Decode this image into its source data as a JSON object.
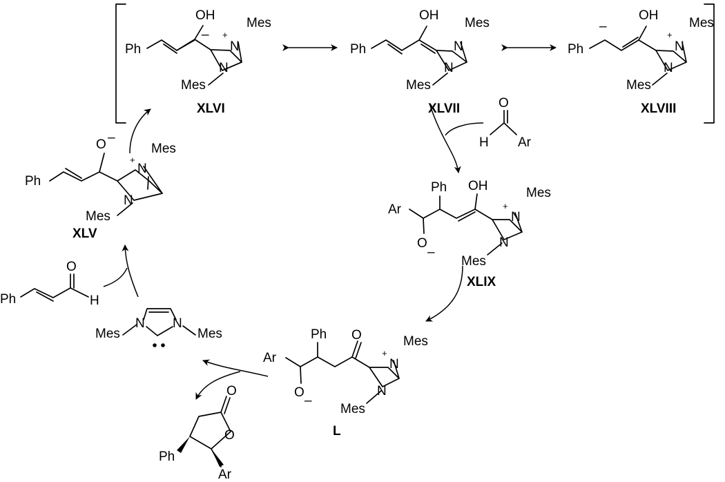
{
  "atoms": {
    "ph": "Ph",
    "oh": "OH",
    "o": "O",
    "h": "H",
    "n": "N",
    "ar": "Ar",
    "mes": "Mes",
    "plus": "+",
    "minus": "–"
  },
  "compounds": {
    "xlv": "XLV",
    "xlvi": "XLVI",
    "xlvii": "XLVII",
    "xlviii": "XLVIII",
    "xlix": "XLIX",
    "l": "L"
  }
}
